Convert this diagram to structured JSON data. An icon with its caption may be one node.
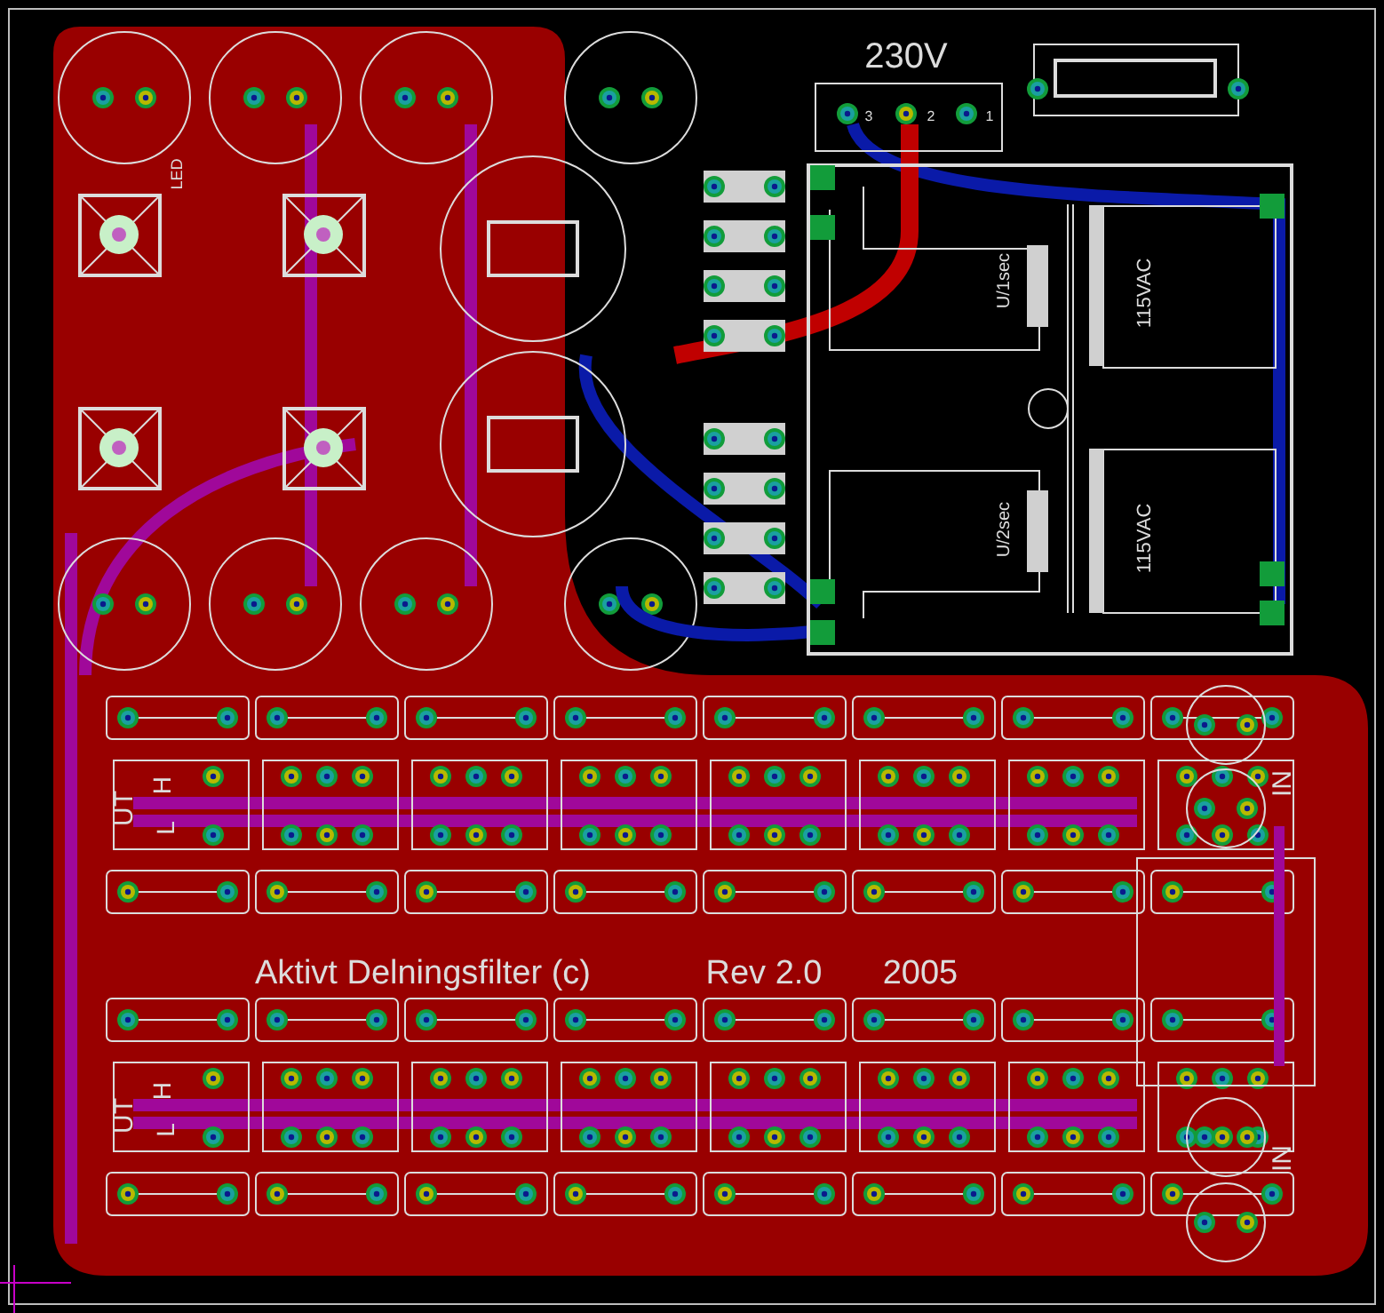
{
  "diagram": {
    "labels": [
      "230V",
      "3",
      "2",
      "1",
      "LED",
      "U/1sec",
      "115VAC",
      "U/2sec",
      "115VAC",
      "UT",
      "H",
      "L",
      "IN",
      "Aktivt Delningsfilter (c)",
      "Rev 2.0",
      "2005",
      "UT",
      "H",
      "L",
      "IN"
    ]
  }
}
